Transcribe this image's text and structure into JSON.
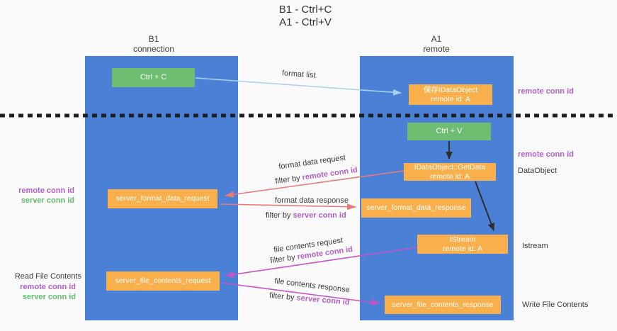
{
  "title": {
    "line1": "B1 - Ctrl+C",
    "line2": "A1 - Ctrl+V"
  },
  "lanes": {
    "left": {
      "title": "B1",
      "subtitle": "connection"
    },
    "right": {
      "title": "A1",
      "subtitle": "remote"
    }
  },
  "nodes": {
    "ctrl_c": {
      "label": "Ctrl + C"
    },
    "save_idataobject": {
      "line1": "保存IDataObject",
      "line2": "remote id: A"
    },
    "ctrl_v": {
      "label": "Ctrl + V"
    },
    "getdata": {
      "line1": "IDataObject::GetData",
      "line2": "remote id: A"
    },
    "server_format_data_request": {
      "label": "server_format_data_request"
    },
    "server_format_data_response": {
      "label": "server_format_data_response"
    },
    "istream": {
      "line1": "IStream",
      "line2": "remote id: A"
    },
    "server_file_contents_request": {
      "label": "server_file_contents_request"
    },
    "server_file_contents_response": {
      "label": "server_file_contents_response"
    }
  },
  "edge_labels": {
    "format_list": "format list",
    "format_data_request": "format data request",
    "format_data_response": "format data response",
    "file_contents_request": "file contents request",
    "file_contents_response": "file contents response",
    "filter_by": "filter by ",
    "remote_conn_id": "remote conn id",
    "server_conn_id": "server conn id"
  },
  "side_labels": {
    "remote_conn_id": "remote conn id",
    "server_conn_id": "server conn id",
    "read_file_contents": "Read File Contents",
    "write_file_contents": "Write File Contents",
    "dataobject": "DataObject",
    "istream": "Istream"
  },
  "colors": {
    "bg": "#fafafa",
    "col_blue": "#4A80D6",
    "box_green": "#6EBE71",
    "box_orange": "#F8AF4C",
    "text_purple": "#B35FC9",
    "text_green": "#5FBE6B",
    "text_dark": "#3C3C3C",
    "arrow_red": "#E87A78",
    "arrow_magenta": "#C753C6",
    "arrow_blue": "#A9D2F1",
    "arrow_black": "#2F2F2F"
  }
}
